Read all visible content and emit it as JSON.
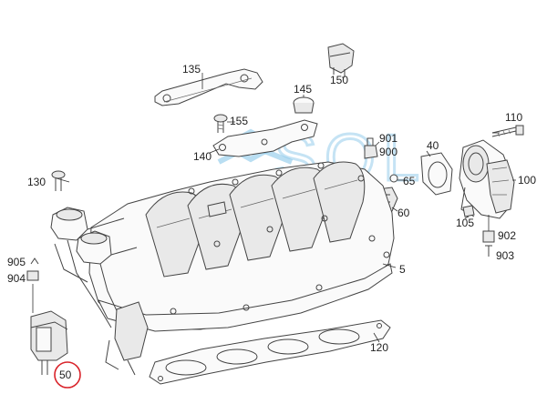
{
  "parts": [
    {
      "id": "135",
      "label": "135"
    },
    {
      "id": "150",
      "label": "150"
    },
    {
      "id": "145",
      "label": "145"
    },
    {
      "id": "155",
      "label": "155"
    },
    {
      "id": "110",
      "label": "110"
    },
    {
      "id": "901",
      "label": "901"
    },
    {
      "id": "900",
      "label": "900"
    },
    {
      "id": "40",
      "label": "40"
    },
    {
      "id": "140",
      "label": "140"
    },
    {
      "id": "100",
      "label": "100"
    },
    {
      "id": "130",
      "label": "130"
    },
    {
      "id": "65",
      "label": "65"
    },
    {
      "id": "60",
      "label": "60"
    },
    {
      "id": "105",
      "label": "105"
    },
    {
      "id": "902",
      "label": "902"
    },
    {
      "id": "903",
      "label": "903"
    },
    {
      "id": "905",
      "label": "905"
    },
    {
      "id": "904",
      "label": "904"
    },
    {
      "id": "5",
      "label": "5"
    },
    {
      "id": "120",
      "label": "120"
    },
    {
      "id": "50",
      "label": "50"
    }
  ],
  "highlighted_part": "50",
  "highlight_color": "#d9232a",
  "watermark_color": "#7fc3e8",
  "watermark_text": "SQL"
}
